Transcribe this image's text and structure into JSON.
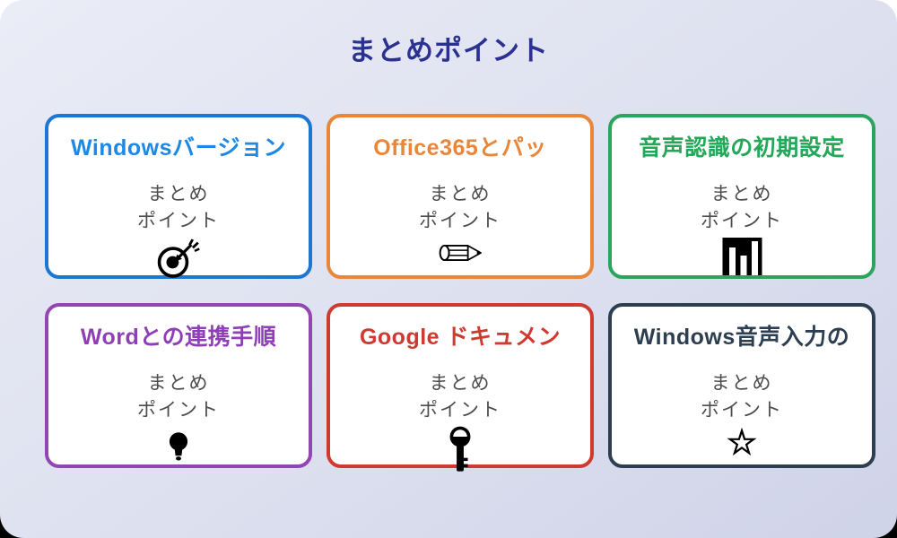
{
  "page": {
    "title": "まとめポイント",
    "title_color": "#2A3191",
    "background_top": "#EAECF6",
    "background_bottom": "#CFD3E8",
    "body_text_color": "#4D4D4D"
  },
  "cards": [
    {
      "title": "Windowsバージョン",
      "border_color": "#1D76D2",
      "title_color": "#1E88E5",
      "line1": "まとめ",
      "line2": "ポイント",
      "icon": "direct-hit-icon"
    },
    {
      "title": "Office365とパッ",
      "border_color": "#E8873B",
      "title_color": "#E8873B",
      "line1": "まとめ",
      "line2": "ポイント",
      "icon": "pencil-icon"
    },
    {
      "title": "音声認識の初期設定",
      "border_color": "#2BA45D",
      "title_color": "#22A858",
      "line1": "まとめ",
      "line2": "ポイント",
      "icon": "bar-chart-icon"
    },
    {
      "title": "Wordとの連携手順",
      "border_color": "#9146B2",
      "title_color": "#8F3FB5",
      "line1": "まとめ",
      "line2": "ポイント",
      "icon": "light-bulb-icon"
    },
    {
      "title": "Google ドキュメン",
      "border_color": "#CE3A30",
      "title_color": "#CE3A30",
      "line1": "まとめ",
      "line2": "ポイント",
      "icon": "key-icon"
    },
    {
      "title": "Windows音声入力の",
      "border_color": "#2C3E50",
      "title_color": "#2C3E50",
      "line1": "まとめ",
      "line2": "ポイント",
      "icon": "star-icon"
    }
  ]
}
